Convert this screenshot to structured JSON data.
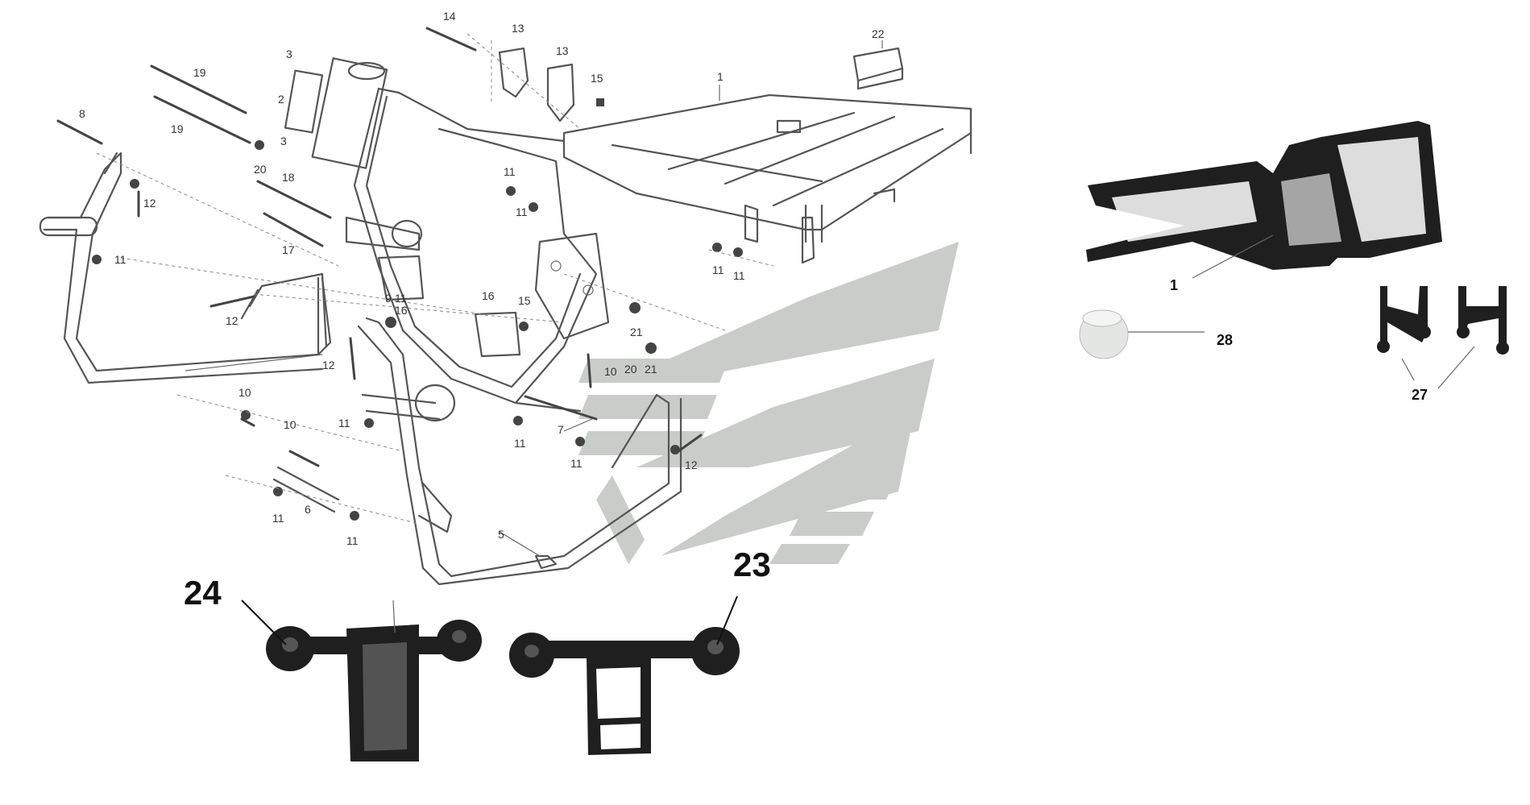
{
  "diagram": {
    "callouts": [
      "1",
      "2",
      "3",
      "3",
      "5",
      "6",
      "7",
      "8",
      "9",
      "10",
      "10",
      "10",
      "11",
      "11",
      "11",
      "11",
      "11",
      "11",
      "11",
      "11",
      "11",
      "11",
      "11",
      "12",
      "12",
      "12",
      "12",
      "13",
      "13",
      "14",
      "15",
      "15",
      "16",
      "16",
      "17",
      "18",
      "19",
      "19",
      "20",
      "20",
      "21",
      "21",
      "22"
    ],
    "photo_callouts": {
      "frame": "1",
      "bushing": "28",
      "brackets_pair": "27",
      "mount_left": "24",
      "mount_right": "23"
    }
  },
  "colors": {
    "line": "#555555",
    "watermark": "#c9ccc9",
    "dark_part": "#1f1f1f"
  }
}
